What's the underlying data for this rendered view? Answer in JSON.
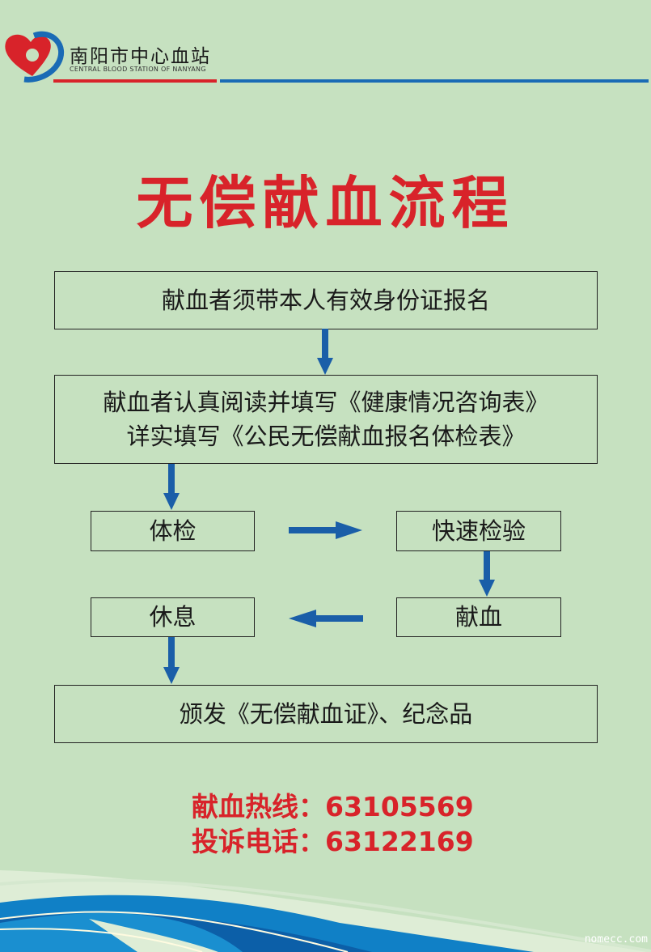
{
  "logo": {
    "name_cn": "南阳市中心血站",
    "name_en": "CENTRAL BLOOD STATION OF NANYANG"
  },
  "title": "无偿献血流程",
  "steps": {
    "register": "献血者须带本人有效身份证报名",
    "forms_line1": "献血者认真阅读并填写《健康情况咨询表》",
    "forms_line2": "详实填写《公民无偿献血报名体检表》",
    "exam": "体检",
    "quick_test": "快速检验",
    "donate": "献血",
    "rest": "休息",
    "certificate": "颁发《无偿献血证》、纪念品"
  },
  "contacts": {
    "hotline": "献血热线：63105569",
    "complaint": "投诉电话：63122169"
  },
  "watermark": "nomecc.com",
  "colors": {
    "background": "#c6e1c0",
    "red": "#d8232a",
    "blue": "#1a5ea8"
  }
}
